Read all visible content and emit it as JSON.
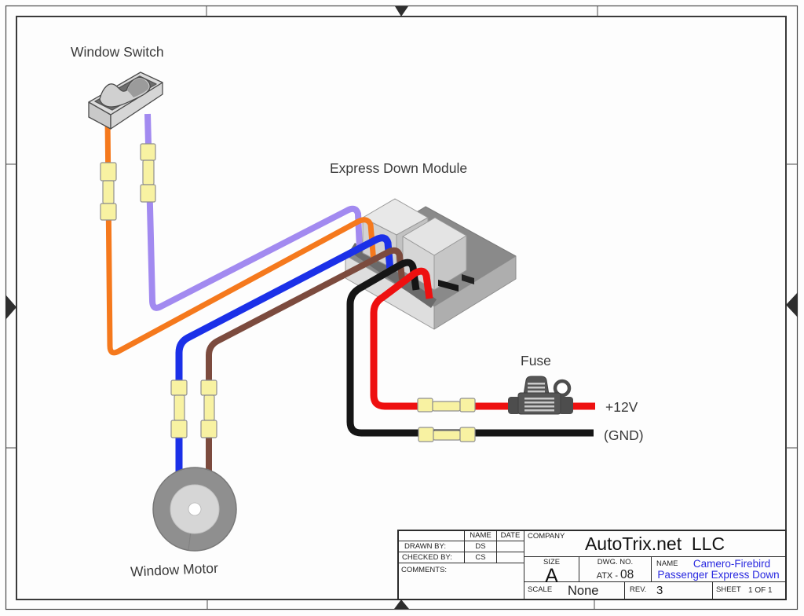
{
  "labels": {
    "window_switch": "Window Switch",
    "express_down_module": "Express Down Module",
    "fuse": "Fuse",
    "plus_12v": "+12V",
    "gnd": "(GND)",
    "window_motor": "Window Motor"
  },
  "colors": {
    "orange": "#f5791d",
    "purple": "#a28af0",
    "blue": "#1b30e8",
    "brown": "#7c4b3e",
    "black": "#151515",
    "red": "#ee1010",
    "connector": "#f8f2a2",
    "blue_text": "#2929e0"
  },
  "title_block": {
    "name_header": "NAME",
    "date_header": "DATE",
    "drawn_by_label": "DRAWN BY:",
    "drawn_by_name": "DS",
    "checked_by_label": "CHECKED BY:",
    "checked_by_name": "CS",
    "comments_label": "COMMENTS:",
    "company_label": "COMPANY",
    "company_name": "AutoTrix.net  LLC",
    "size_label": "SIZE",
    "size_value": "A",
    "dwg_label": "DWG. NO.",
    "dwg_prefix": "ATX -",
    "dwg_number": "08",
    "name_label": "NAME",
    "name_line1": "Camero-Firebird",
    "name_line2": "Passenger Express Down",
    "scale_label": "SCALE",
    "scale_value": "None",
    "rev_label": "REV.",
    "rev_value": "3",
    "sheet_label": "SHEET",
    "sheet_value": "1 OF 1"
  }
}
